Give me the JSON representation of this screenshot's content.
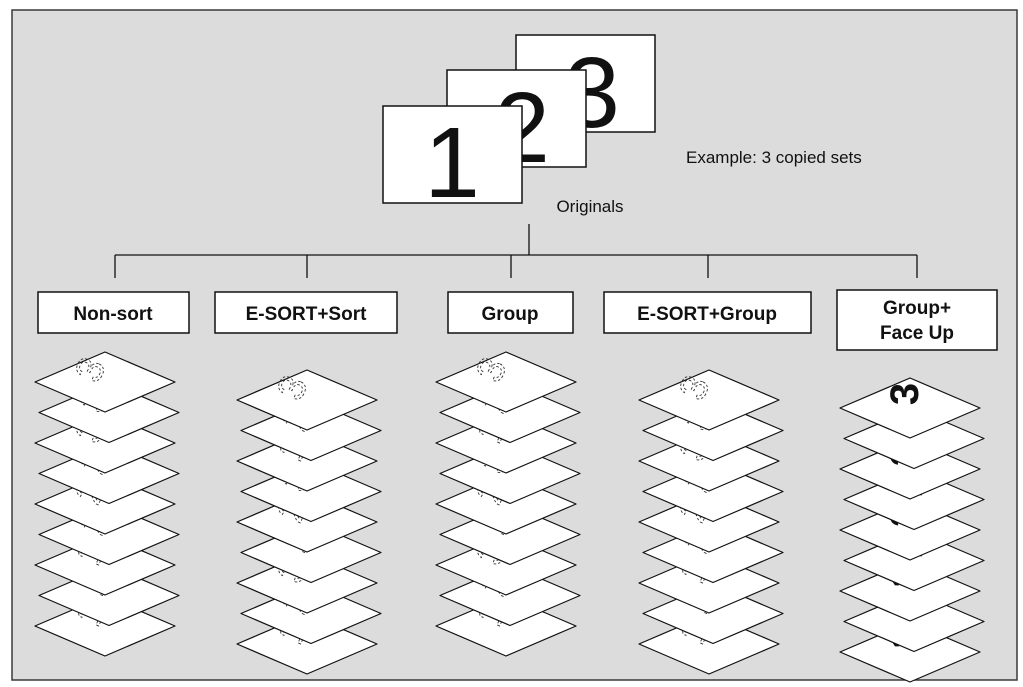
{
  "colors": {
    "panel_bg": "#dcdcdc",
    "frame": "#3a3a3a",
    "paper": "#ffffff",
    "ink": "#111111",
    "dashed": "#333333"
  },
  "example_text": "Example: 3 copied sets",
  "originals": {
    "label": "Originals",
    "pages": [
      "1",
      "2",
      "3"
    ]
  },
  "modes": [
    {
      "label": "Non-sort",
      "label_lines": [
        "Non-sort"
      ],
      "stack": [
        "3",
        "3",
        "3",
        "2",
        "2",
        "2",
        "1",
        "1",
        "1"
      ],
      "numbers_printed": false
    },
    {
      "label": "E-SORT+Sort",
      "label_lines": [
        "E-SORT+Sort"
      ],
      "stack": [
        "3",
        "2",
        "1",
        "3",
        "2",
        "1",
        "3",
        "2",
        "1"
      ],
      "numbers_printed": false
    },
    {
      "label": "Group",
      "label_lines": [
        "Group"
      ],
      "stack": [
        "3",
        "2",
        "1",
        "3",
        "2",
        "1",
        "3",
        "2",
        "1"
      ],
      "numbers_printed": false
    },
    {
      "label": "E-SORT+Group",
      "label_lines": [
        "E-SORT+Group"
      ],
      "stack": [
        "3",
        "3",
        "3",
        "2",
        "2",
        "2",
        "1",
        "1",
        "1"
      ],
      "numbers_printed": false
    },
    {
      "label": "Group+ Face Up",
      "label_lines": [
        "Group+",
        "Face Up"
      ],
      "stack": [
        "3",
        "3",
        "3",
        "2",
        "2",
        "2",
        "1",
        "1",
        "1"
      ],
      "numbers_printed": true
    }
  ]
}
